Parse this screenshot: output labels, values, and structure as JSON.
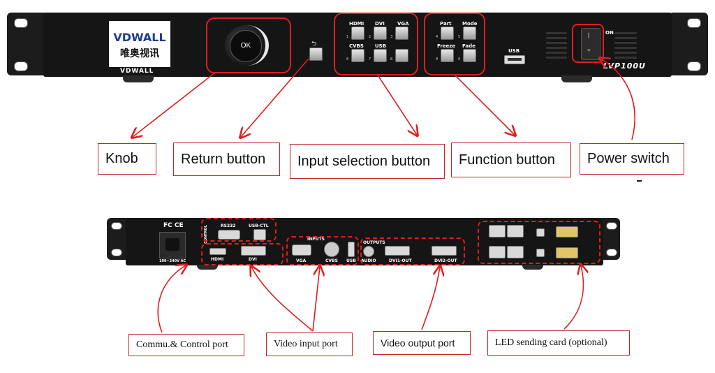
{
  "front_panel": {
    "logo_text": "VDWALL",
    "logo_chinese": "唯奥视讯",
    "brand_under_logo": "VDWALL",
    "knob_label": "OK",
    "input_buttons": [
      {
        "label": "HDMI",
        "num": "1"
      },
      {
        "label": "DVI",
        "num": "2"
      },
      {
        "label": "VGA",
        "num": "3"
      },
      {
        "label": "CVBS",
        "num": "6"
      },
      {
        "label": "USB",
        "num": "7"
      },
      {
        "label": "",
        "num": "8"
      }
    ],
    "function_buttons": [
      {
        "label": "Part",
        "num": "4"
      },
      {
        "label": "Mode",
        "num": "5"
      },
      {
        "label": "Freeze",
        "num": "9"
      },
      {
        "label": "Fade",
        "num": "0"
      }
    ],
    "usb_label": "USB",
    "power_on_label": "ON",
    "model": "LVP100U"
  },
  "front_callouts": {
    "knob": "Knob",
    "return": "Return button",
    "input": "Input selection button",
    "function": "Function button",
    "power": "Power switch"
  },
  "back_panel": {
    "cert_marks": "FC CE",
    "power_rating": "100~240V AC",
    "control_label": "CONTROL",
    "rs232": "RS232",
    "usb_ctl": "USB-CTL",
    "hdmi": "HDMI",
    "dvi": "DVI",
    "inputs_label": "INPUTS",
    "vga": "VGA",
    "cvbs": "CVBS",
    "usb": "USB",
    "outputs_label": "OUTPUTS",
    "audio": "AUDIO",
    "dvi1_out": "DVI1-OUT",
    "dvi2_out": "DVI2-OUT"
  },
  "back_callouts": {
    "control": "Commu.& Control port",
    "video_in": "Video input port",
    "video_out": "Video output port",
    "led_card": "LED sending card (optional)"
  },
  "colors": {
    "annotation_red": "#e11d1d",
    "panel_black": "#151515"
  }
}
